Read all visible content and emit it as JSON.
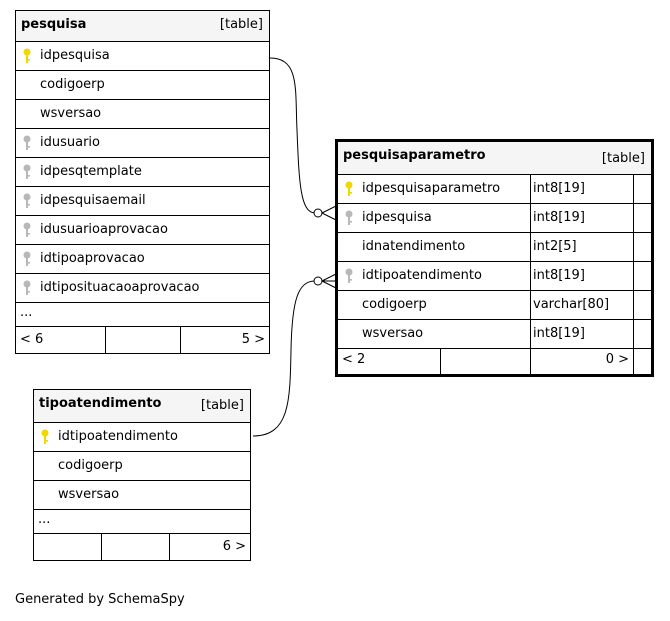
{
  "tables": {
    "pesquisa": {
      "name": "pesquisa",
      "kind": "[table]",
      "columns": [
        {
          "name": "idpesquisa",
          "key": "primary"
        },
        {
          "name": "codigoerp",
          "key": "none"
        },
        {
          "name": "wsversao",
          "key": "none"
        },
        {
          "name": "idusuario",
          "key": "foreign"
        },
        {
          "name": "idpesqtemplate",
          "key": "foreign"
        },
        {
          "name": "idpesquisaemail",
          "key": "foreign"
        },
        {
          "name": "idusuarioaprovacao",
          "key": "foreign"
        },
        {
          "name": "idtipoaprovacao",
          "key": "foreign"
        },
        {
          "name": "idtiposituacaoaprovacao",
          "key": "foreign"
        }
      ],
      "more": "...",
      "parents": "< 6",
      "children": "5 >"
    },
    "pesquisaparametro": {
      "name": "pesquisaparametro",
      "kind": "[table]",
      "columns": [
        {
          "name": "idpesquisaparametro",
          "type": "int8[19]",
          "key": "primary"
        },
        {
          "name": "idpesquisa",
          "type": "int8[19]",
          "key": "foreign"
        },
        {
          "name": "idnatendimento",
          "type": "int2[5]",
          "key": "none"
        },
        {
          "name": "idtipoatendimento",
          "type": "int8[19]",
          "key": "foreign"
        },
        {
          "name": "codigoerp",
          "type": "varchar[80]",
          "key": "none"
        },
        {
          "name": "wsversao",
          "type": "int8[19]",
          "key": "none"
        }
      ],
      "parents": "< 2",
      "children": "0 >"
    },
    "tipoatendimento": {
      "name": "tipoatendimento",
      "kind": "[table]",
      "columns": [
        {
          "name": "idtipoatendimento",
          "key": "primary"
        },
        {
          "name": "codigoerp",
          "key": "none"
        },
        {
          "name": "wsversao",
          "key": "none"
        }
      ],
      "more": "...",
      "parents": "",
      "children": "6 >"
    }
  },
  "colors": {
    "primary_key": "#f0d800",
    "foreign_key": "#b8b8b8",
    "header_bg": "#f5f5f5"
  },
  "credit": "Generated by SchemaSpy"
}
